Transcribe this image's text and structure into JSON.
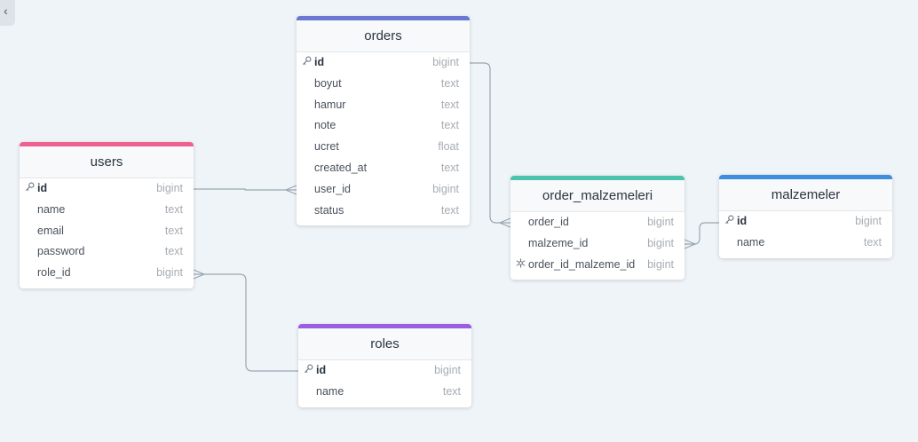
{
  "tables": {
    "users": {
      "title": "users",
      "color": "#f0608f",
      "fields": [
        {
          "name": "id",
          "type": "bigint"
        },
        {
          "name": "name",
          "type": "text"
        },
        {
          "name": "email",
          "type": "text"
        },
        {
          "name": "password",
          "type": "text"
        },
        {
          "name": "role_id",
          "type": "bigint"
        }
      ]
    },
    "orders": {
      "title": "orders",
      "color": "#6a78d1",
      "fields": [
        {
          "name": "id",
          "type": "bigint"
        },
        {
          "name": "boyut",
          "type": "text"
        },
        {
          "name": "hamur",
          "type": "text"
        },
        {
          "name": "note",
          "type": "text"
        },
        {
          "name": "ucret",
          "type": "float"
        },
        {
          "name": "created_at",
          "type": "text"
        },
        {
          "name": "user_id",
          "type": "bigint"
        },
        {
          "name": "status",
          "type": "text"
        }
      ]
    },
    "order_malzemeleri": {
      "title": "order_malzemeleri",
      "color": "#4cc3ad",
      "fields": [
        {
          "name": "order_id",
          "type": "bigint"
        },
        {
          "name": "malzeme_id",
          "type": "bigint"
        },
        {
          "name": "order_id_malzeme_id",
          "type": "bigint"
        }
      ]
    },
    "malzemeler": {
      "title": "malzemeler",
      "color": "#3d8fdd",
      "fields": [
        {
          "name": "id",
          "type": "bigint"
        },
        {
          "name": "name",
          "type": "text"
        }
      ]
    },
    "roles": {
      "title": "roles",
      "color": "#9b5ce0",
      "fields": [
        {
          "name": "id",
          "type": "bigint"
        },
        {
          "name": "name",
          "type": "text"
        }
      ]
    }
  },
  "collapse_icon": "chevron-left-icon",
  "edge_color": "#9aa6b2"
}
